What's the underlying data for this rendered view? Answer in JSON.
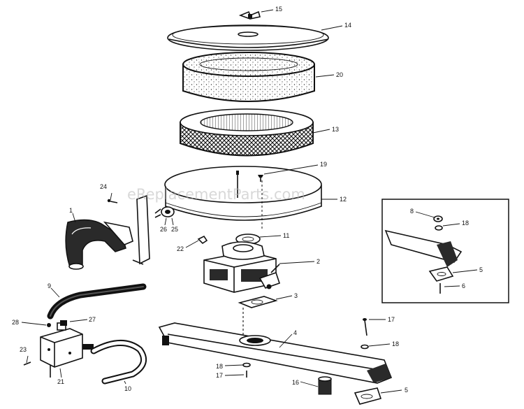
{
  "watermark": "eReplacementParts.com",
  "callouts": [
    {
      "id": "c15",
      "text": "15"
    },
    {
      "id": "c14",
      "text": "14"
    },
    {
      "id": "c20",
      "text": "20"
    },
    {
      "id": "c13",
      "text": "13"
    },
    {
      "id": "c19",
      "text": "19"
    },
    {
      "id": "c24",
      "text": "24"
    },
    {
      "id": "c12",
      "text": "12"
    },
    {
      "id": "c1",
      "text": "1"
    },
    {
      "id": "c26",
      "text": "26"
    },
    {
      "id": "c25",
      "text": "25"
    },
    {
      "id": "c11",
      "text": "11"
    },
    {
      "id": "c22",
      "text": "22"
    },
    {
      "id": "c2",
      "text": "2"
    },
    {
      "id": "c3",
      "text": "3"
    },
    {
      "id": "c9",
      "text": "9"
    },
    {
      "id": "c28",
      "text": "28"
    },
    {
      "id": "c27",
      "text": "27"
    },
    {
      "id": "c4",
      "text": "4"
    },
    {
      "id": "c17a",
      "text": "17"
    },
    {
      "id": "c18a",
      "text": "18"
    },
    {
      "id": "c23",
      "text": "23"
    },
    {
      "id": "c21",
      "text": "21"
    },
    {
      "id": "c10",
      "text": "10"
    },
    {
      "id": "c18b",
      "text": "18"
    },
    {
      "id": "c17b",
      "text": "17"
    },
    {
      "id": "c16",
      "text": "16"
    },
    {
      "id": "c5a",
      "text": "5"
    },
    {
      "id": "c8",
      "text": "8"
    },
    {
      "id": "c18c",
      "text": "18"
    },
    {
      "id": "c5b",
      "text": "5"
    },
    {
      "id": "c6",
      "text": "6"
    }
  ]
}
